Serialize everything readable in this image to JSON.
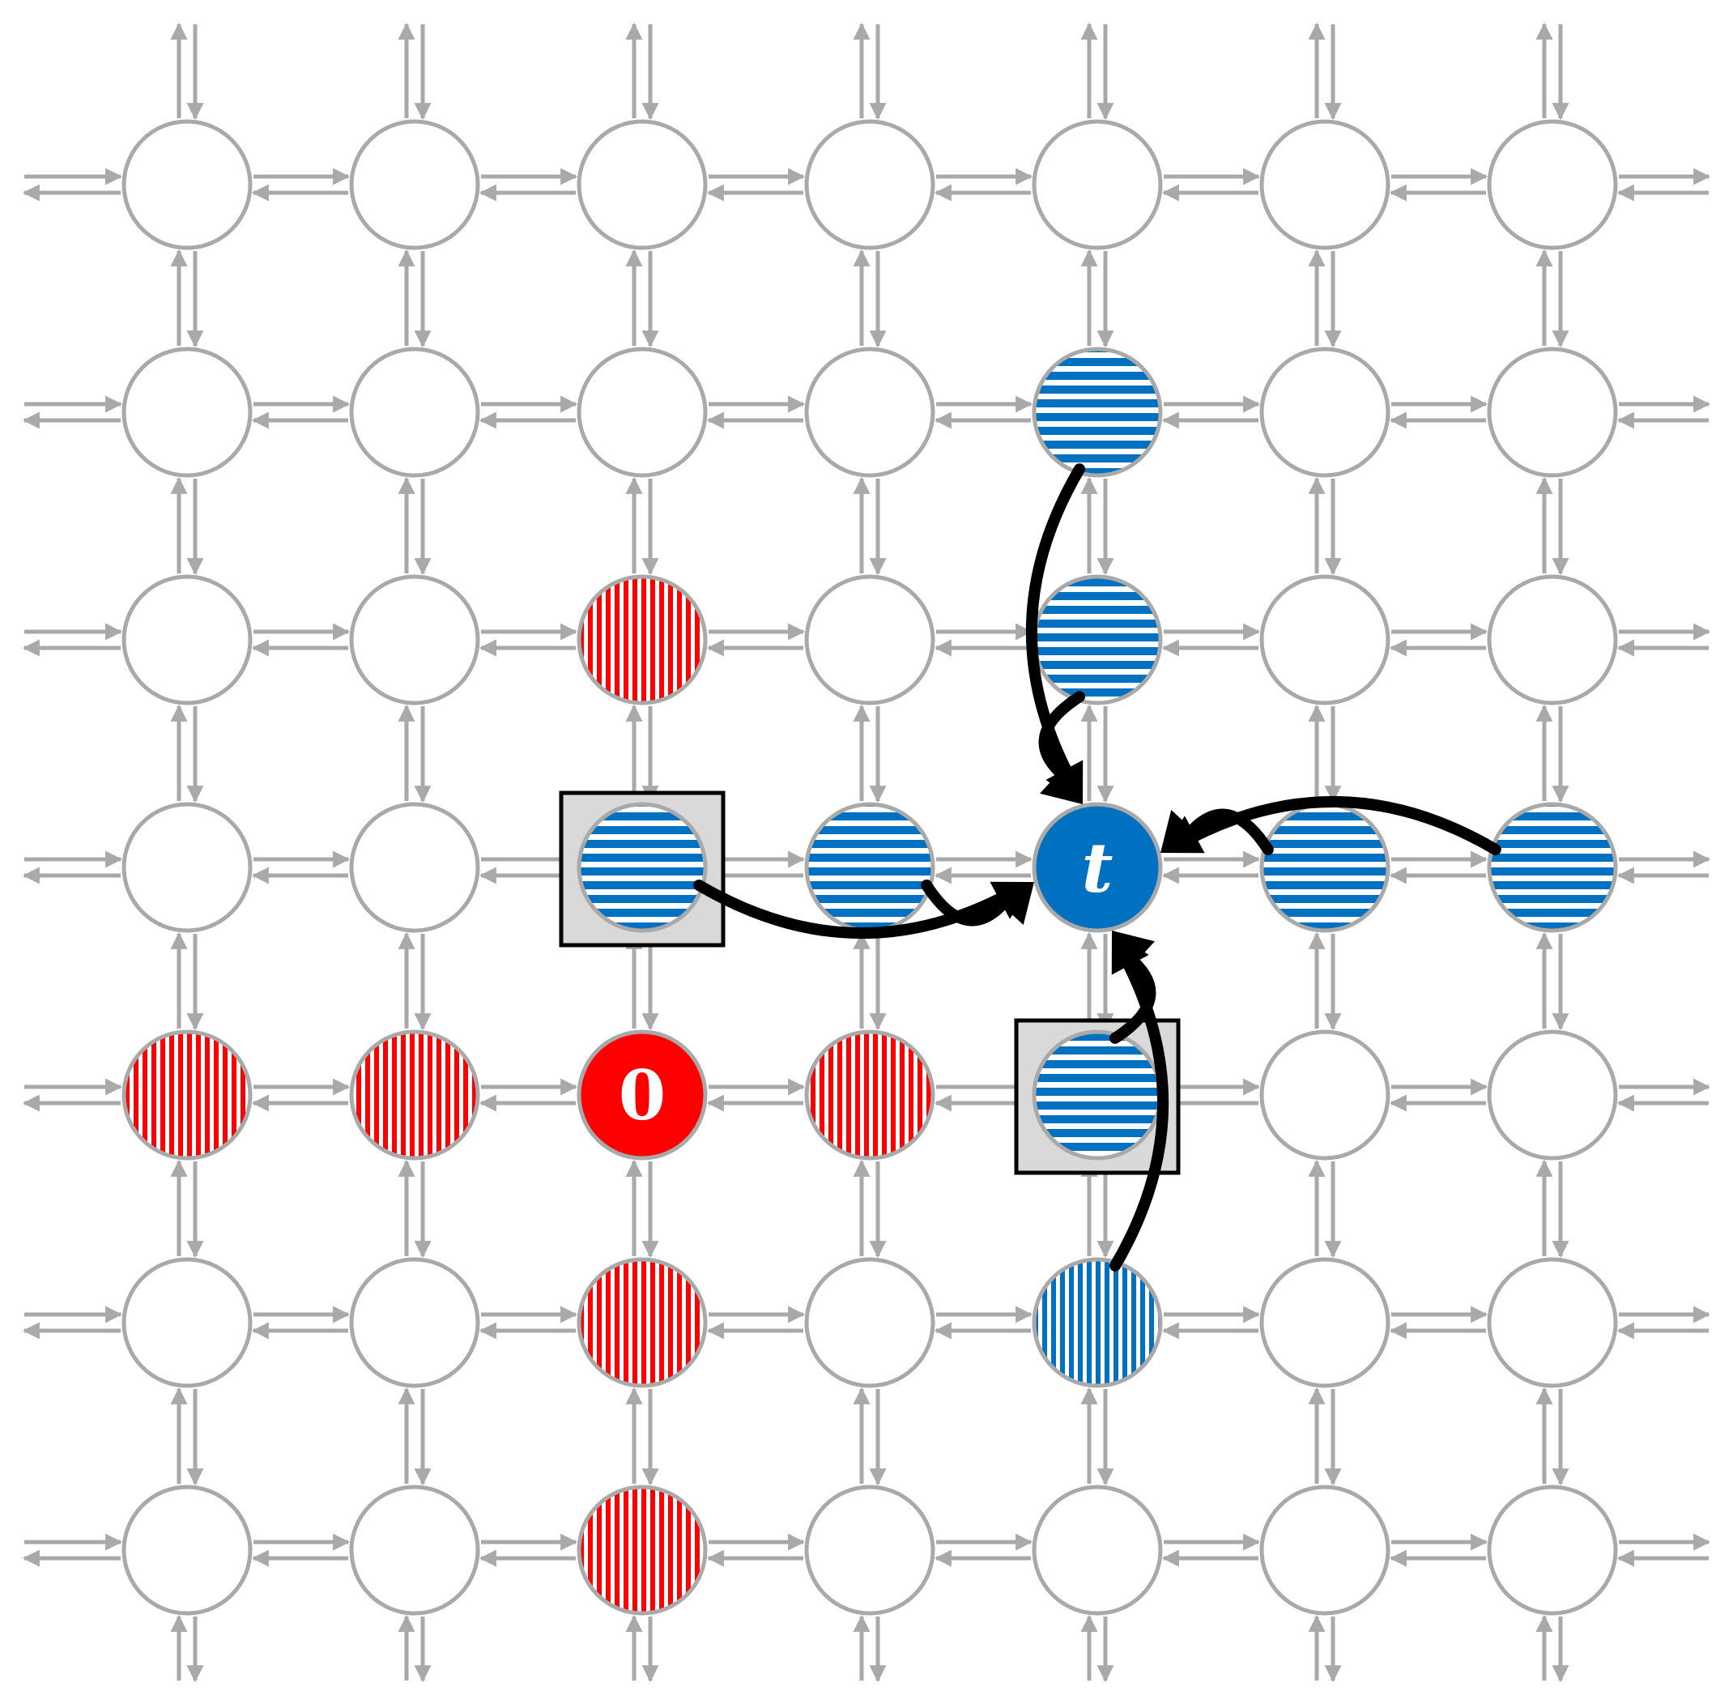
{
  "grid": {
    "rows": 7,
    "cols": 7
  },
  "colors": {
    "edge": "#a9a9a9",
    "node_stroke": "#a9a9a9",
    "red": "#ff0000",
    "blue": "#0070c0",
    "arrow": "#000000",
    "box_fill": "#d9d9d9",
    "box_stroke": "#000000"
  },
  "nodes": [
    {
      "row": 2,
      "col": 2,
      "style": "red-vstripe"
    },
    {
      "row": 4,
      "col": 0,
      "style": "red-vstripe"
    },
    {
      "row": 4,
      "col": 1,
      "style": "red-vstripe"
    },
    {
      "row": 4,
      "col": 2,
      "style": "red-solid",
      "label": "0"
    },
    {
      "row": 4,
      "col": 3,
      "style": "red-vstripe"
    },
    {
      "row": 5,
      "col": 2,
      "style": "red-vstripe"
    },
    {
      "row": 6,
      "col": 2,
      "style": "red-vstripe"
    },
    {
      "row": 1,
      "col": 4,
      "style": "blue-hstripe"
    },
    {
      "row": 2,
      "col": 4,
      "style": "blue-hstripe"
    },
    {
      "row": 3,
      "col": 2,
      "style": "blue-hstripe",
      "boxed": true
    },
    {
      "row": 3,
      "col": 3,
      "style": "blue-hstripe"
    },
    {
      "row": 3,
      "col": 4,
      "style": "blue-solid",
      "label": "t"
    },
    {
      "row": 3,
      "col": 5,
      "style": "blue-hstripe"
    },
    {
      "row": 3,
      "col": 6,
      "style": "blue-hstripe"
    },
    {
      "row": 4,
      "col": 4,
      "style": "blue-hstripe",
      "boxed": true
    },
    {
      "row": 5,
      "col": 4,
      "style": "blue-vstripe"
    }
  ],
  "flows": [
    {
      "from": [
        1,
        4
      ],
      "to": [
        3,
        4
      ]
    },
    {
      "from": [
        2,
        4
      ],
      "to": [
        3,
        4
      ]
    },
    {
      "from": [
        3,
        2
      ],
      "to": [
        3,
        4
      ]
    },
    {
      "from": [
        3,
        3
      ],
      "to": [
        3,
        4
      ]
    },
    {
      "from": [
        3,
        5
      ],
      "to": [
        3,
        4
      ]
    },
    {
      "from": [
        3,
        6
      ],
      "to": [
        3,
        4
      ]
    },
    {
      "from": [
        4,
        4
      ],
      "to": [
        3,
        4
      ]
    },
    {
      "from": [
        5,
        4
      ],
      "to": [
        3,
        4
      ]
    }
  ]
}
